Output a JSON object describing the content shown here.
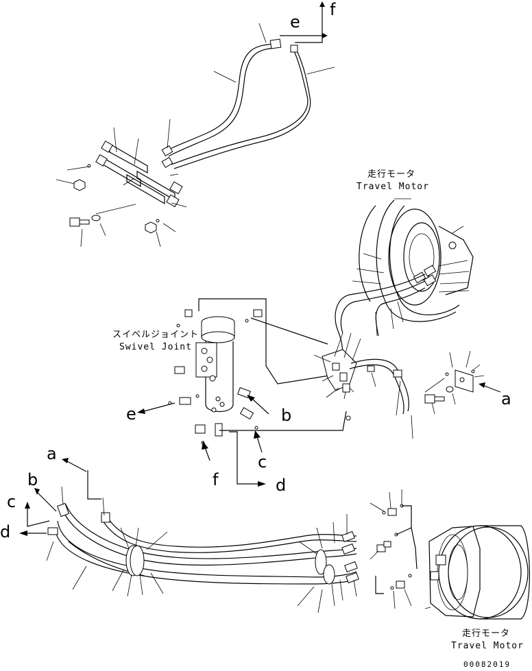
{
  "labels": {
    "travel_motor_top_jp": "走行モータ",
    "travel_motor_top_en": "Travel Motor",
    "swivel_joint_jp": "スイベルジョイント",
    "swivel_joint_en": "Swivel Joint",
    "travel_motor_bottom_jp": "走行モータ",
    "travel_motor_bottom_en": "Travel Motor"
  },
  "connection_letters": {
    "top_e": "e",
    "top_f": "f",
    "right_a": "a",
    "swivel_e": "e",
    "swivel_b": "b",
    "swivel_c": "c",
    "swivel_f": "f",
    "swivel_d": "d",
    "left_a": "a",
    "left_b": "b",
    "left_c": "c",
    "left_d": "d"
  },
  "drawing_code": "00082019"
}
